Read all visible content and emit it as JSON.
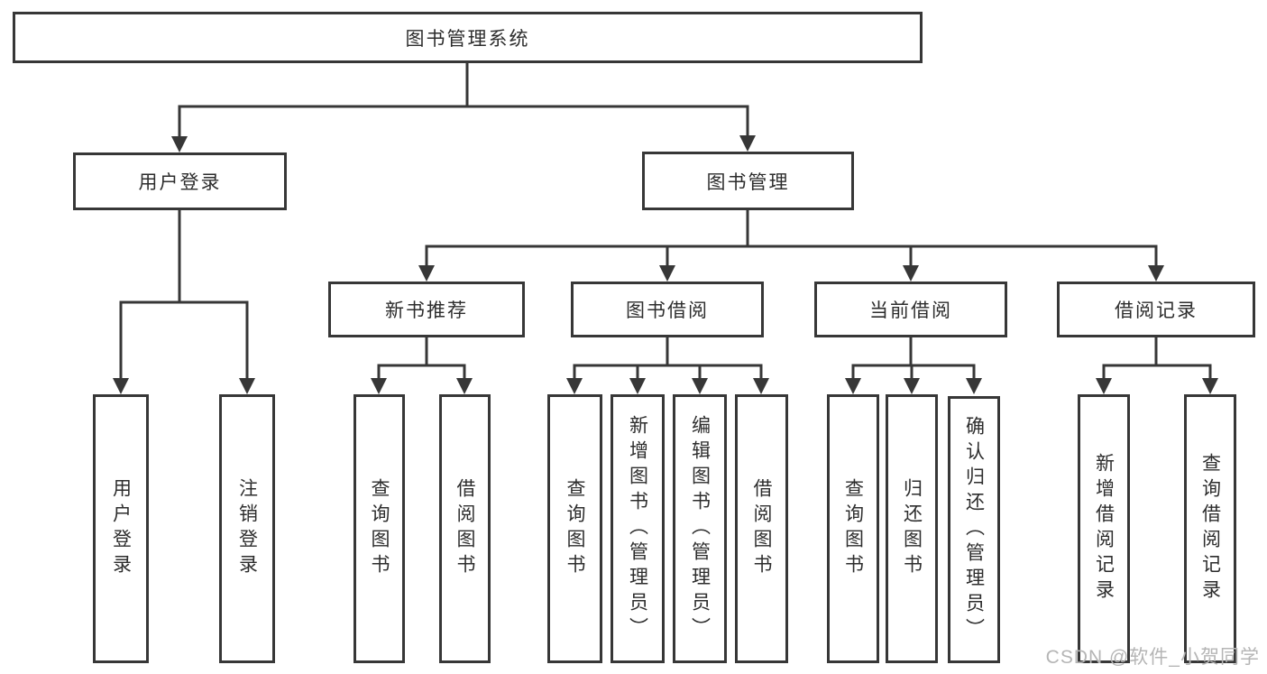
{
  "tree": {
    "root": {
      "label": "图书管理系统",
      "children": [
        {
          "label": "用户登录",
          "children": [
            {
              "label": "用户登录"
            },
            {
              "label": "注销登录"
            }
          ]
        },
        {
          "label": "图书管理",
          "children": [
            {
              "label": "新书推荐",
              "children": [
                {
                  "label": "查询图书"
                },
                {
                  "label": "借阅图书"
                }
              ]
            },
            {
              "label": "图书借阅",
              "children": [
                {
                  "label": "查询图书"
                },
                {
                  "label": "新增图书（管理员）"
                },
                {
                  "label": "编辑图书（管理员）"
                },
                {
                  "label": "借阅图书"
                }
              ]
            },
            {
              "label": "当前借阅",
              "children": [
                {
                  "label": "查询图书"
                },
                {
                  "label": "归还图书"
                },
                {
                  "label": "确认归还（管理员）"
                }
              ]
            },
            {
              "label": "借阅记录",
              "children": [
                {
                  "label": "新增借阅记录"
                },
                {
                  "label": "查询借阅记录"
                }
              ]
            }
          ]
        }
      ]
    }
  },
  "watermark": {
    "text": "CSDN @软件_小贺同学"
  },
  "colors": {
    "line": "#373737",
    "text": "#2d2d2d",
    "watermark": "#b5b5b5",
    "background": "#ffffff"
  }
}
